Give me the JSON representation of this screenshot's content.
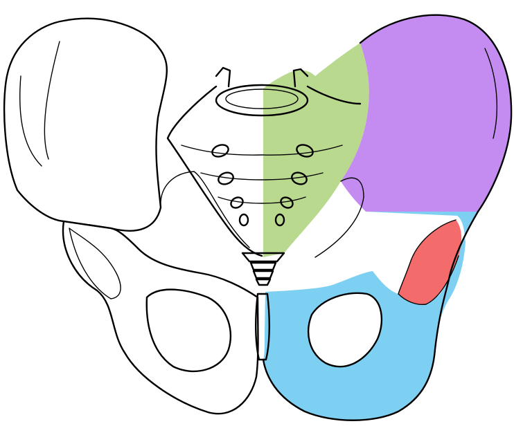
{
  "figure": {
    "subject": "pelvis-anterior-view",
    "regions": [
      {
        "name": "sacrum",
        "color": "#b9d98f"
      },
      {
        "name": "ilium",
        "color": "#c48cf0"
      },
      {
        "name": "pubis-ischium",
        "color": "#7ed0f2"
      },
      {
        "name": "acetabulum",
        "color": "#f46b6b"
      }
    ]
  }
}
